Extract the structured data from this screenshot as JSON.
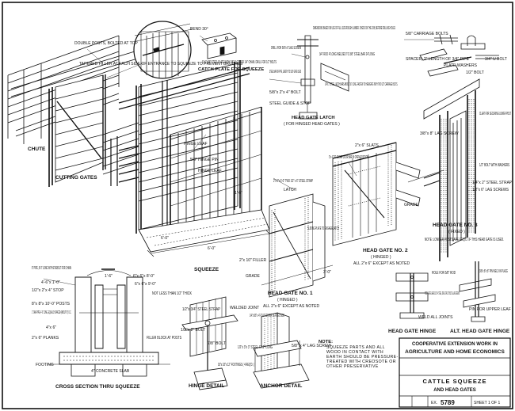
{
  "callouts": {
    "double_posts": "DOUBLE POSTS, BOLTED AT TOP",
    "tapered_filler": "TAPERED FILLER AT EACH SIDE OF ENTRANCE TO SQUEEZE TO PREVENT BRUISING",
    "bend_30": "BEND 30°",
    "catch_plate_spec": "6\"x6\"x3/8\" STEEL PLATE WITH 3/8\" SLOT FOR 1/4\" CHAIN. DRILL FOR 1/2\" BOLTS",
    "catch_plate_title": "CATCH PLATE FOR SQUEEZE",
    "dimensions_note": "DIMENSIONS BASED ON USE OF FULL SIZE ROUGH LUMBER. CHECK ON THE JOB, BEFORE DRILLING HOLES",
    "drill_for_bolt": "DRILL FOR 5/8\"x 6\"LAG SCREW",
    "steel_bar_or_pipe": "STEEL BAR OR PIPE, LENGTH TO SUIT GATE USED",
    "steel_guide": "STEEL GUIDE & STOP",
    "bolt_58": "5/8\"x 2\"x 4\" BOLT",
    "latch_bar_spec": "3/4\" ROD 4\"LONG WELDED TO 3/8\" STEEL BAR 24\"LONG",
    "latch_bars_note": "1/4\"x 2\" STEEL LATCH BARS ABOUT 16\" LONG, FASTEN TO HEADGATE WITH TWO 1/2\" CARRIAGE BOLTS.",
    "head_gate_latch": "HEAD GATE LATCH",
    "for_hinged": "( FOR HINGED HEAD GATES )",
    "carriage_bolts": "5/8\" CARRIAGE BOLTS",
    "u_bolt": "3/4\" U BOLT",
    "spacer": "SPACER, 2\" LENGTH OF 3/4\" PIPE",
    "plate_washers": "PLATE WASHERS",
    "half_bolt": "1/2\" BOLT",
    "cleat": "CLEAT FOR SECURING LOWER POST",
    "lag_screw_3_8": "3/8\"x 8\" LAG SCREW",
    "half_bolt_washers": "1/2\" BOLT WITH WASHERS",
    "steel_strap": "1/4\"x 2\" STEEL STRAP",
    "lag_screws_2": "1/2\"x 6\" LAG SCREWS",
    "chute": "CHUTE",
    "cutting_gates": "CUTTING GATES",
    "hinge_leaf_1": "HINGE LEAF",
    "hinge_pin": "5/8\" HINGE PIN",
    "hinge_leaf_2": "HINGE LEAF",
    "slats": "2\"x 6\" SLATS",
    "clear_latch": "3\"x 4\" TO CLEAR DOOR BAR IN OPEN POSITION",
    "gate_brace": "2\"x 6\"x 6'-0\" TWO 1/2\" x 6\" STEEL STRAP",
    "latch": "LATCH",
    "engage_latch": "SLIDING PLATE TO ENGAGE LATCH",
    "filler": "2\"x 10\" FILLER",
    "dim_6_0": "6'-0\"",
    "dim_1_6": "1'-6\"",
    "dim_6_0_b": "6'-0\"",
    "dim_3_0": "3'-0\"",
    "squeeze": "SQUEEZE",
    "head_gate_1": "HEAD GATE NO. 1",
    "hinged": "( HINGED )",
    "all_note_1": "ALL 2\"x 6\" EXCEPT AS NOTED",
    "head_gate_2": "HEAD GATE NO. 2",
    "hinged_2": "( HINGED )",
    "all_note_2": "ALL 2\"x 6\" EXCEPT AS NOTED",
    "head_gate_3": "HEAD GATE NO. 3",
    "fixed": "( FIXED )",
    "note_loose": "NOTE: LONGER POSTS ARE REQ'D. IF THIS HEAD GATE IS USED.",
    "grade": "GRADE",
    "grade_2": "GRADE",
    "pipe_spec": "6\" PIPE, 8'-0\" LONG WITH EYEBOLT FOR CHAIN",
    "dim_4_6": "4'-6\"x 1'-0\"",
    "stop": "1/2\"x 2\"x 4\" STOP",
    "pipe_1_6": "1'-6\"",
    "bot_1": "6\"x 6\"x 8'-0\"",
    "bot_2": "6\"x 6\"x 9'-0\"",
    "not_less": "NOT LESS THAN 1/2\" THICK",
    "posts_10": "8\"x 8\"x 10'-0\" POSTS",
    "oak_pipe": "1\" OAK PIPE, 4'-0\" LONG, EQUALLY SPACED (ABOUT 8\") O.C.",
    "dim_4_x_6": "4\"x 6\"",
    "planks": "2\"x 6\" PLANKS",
    "filler_block": "FILLER BLOCK AT POSTS",
    "footing": "FOOTING",
    "concrete_slab": "4\" CONCRETE SLAB",
    "cross_section": "CROSS SECTION THRU SQUEEZE",
    "half_bolt_steel": "1/2\"x 3/4\" STEEL STRAP",
    "welded_joint": "WELDED JOINT",
    "hole_for_bolt": "1/2\"x 2\" BOLT",
    "bolt_78": "7/8\" BOLT",
    "center_footing": "1/4\"x 5/8\" x 4\"-6\" AT CENTER OF FIXED SIDE",
    "lag_screw_45": "5/8\" x 4\" LAG SCREW",
    "steel_c": "1/2\"x 3\"x 3\" STEEL C 12\" LONG",
    "footings_4": "18\"x 18\"x 12\" FOOTINGS ( 4 REQ'D. )",
    "hinge_detail": "HINGE DETAIL",
    "anchor_detail": "ANCHOR DETAIL",
    "note_title": "NOTE:",
    "note_body": "SQUEEZE PARTS AND ALL WOOD IN CONTACT WITH EARTH SHOULD BE PRESSURE-TREATED WITH CREOSOTE OR OTHER PRESERVATIVE",
    "hole_bolt": "HOLE FOR 5/8\" ROD",
    "welded_in_place": "3/8\"x 8\"x 8\" PIN WELD IN PLACE",
    "post_gate": "POST & GATE LEAVES 1/2\"x 4\" STEEL, DRILL FOR 1/2\" BOLTS & LAG SCREWS",
    "pin_upper": "PIN FOR UPPER LEAF",
    "weld_joints": "WELD ALL JOINTS",
    "head_gate_hinge": "HEAD GATE HINGE",
    "alt_hinge": "ALT. HEAD GATE HINGE"
  },
  "title_block": {
    "org": "COOPERATIVE EXTENSION WORK IN",
    "org2": "AGRICULTURE AND HOME ECONOMICS",
    "title": "CATTLE SQUEEZE",
    "subtitle": "AND HEAD GATES",
    "ex_label": "EX.",
    "plan_number": "5789",
    "sheet": "SHEET 1 OF 1"
  }
}
